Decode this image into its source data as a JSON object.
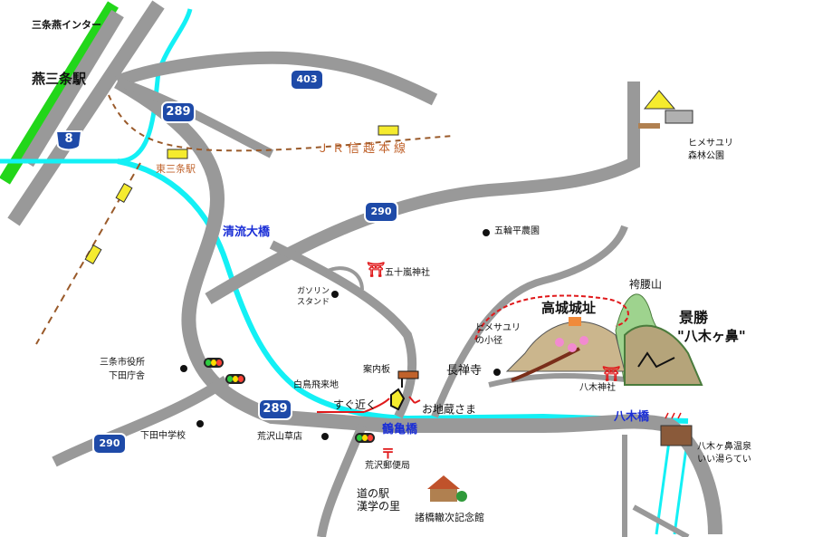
{
  "map": {
    "title_interchange": "三条燕インター",
    "station_main": "燕三条駅",
    "station_east": "東三条駅",
    "railway": "ＪＲ信越本線",
    "routes": {
      "r403": "403",
      "r289a": "289",
      "r289b": "289",
      "r290a": "290",
      "r290b": "290",
      "r8": "8"
    },
    "bridges": {
      "seiryu": "清流大橋",
      "tsurukame": "鶴亀橋",
      "yagi": "八木橋"
    },
    "landmarks": {
      "park": "ヒメサユリ\n森林公園",
      "orchard": "五輪平農園",
      "shrine_igarashi": "五十嵐神社",
      "gas": "ガソリン\nスタンド",
      "castle": "高城城址",
      "mountain": "袴腰山",
      "scenic": "景勝",
      "scenic_name": "\"八木ヶ鼻\"",
      "lily_path": "ヒメサユリ\nの小径",
      "chozenji": "長禅寺",
      "yagi_shrine": "八木神社",
      "jizo": "お地蔵さま",
      "guide_board": "案内板",
      "near": "すぐ近く",
      "shiratori": "白鳥飛来地",
      "city_office": "三条市役所\n下田庁舎",
      "middle_school": "下田中学校",
      "arasawa_shop": "荒沢山草店",
      "post_office": "荒沢郵便局",
      "michinoeki": "道の駅\n漢学の里",
      "museum": "諸橋轍次記念館",
      "onsen": "八木ヶ鼻温泉\nいい湯らてい"
    },
    "colors": {
      "road": "#999999",
      "highway_a": "#c0622b",
      "highway_b": "#22d61a",
      "river": "#13f0f5",
      "rail": "#c0622b",
      "shield": "#1e4aa8",
      "shrine": "#e0191b",
      "station_box": "#f5eb2e"
    },
    "icons": [
      "shrine-icon",
      "post-office-icon",
      "traffic-signal-icon",
      "camping-icon",
      "castle-icon",
      "onsen-icon",
      "museum-icon",
      "guide-board-icon",
      "jizo-icon"
    ]
  }
}
